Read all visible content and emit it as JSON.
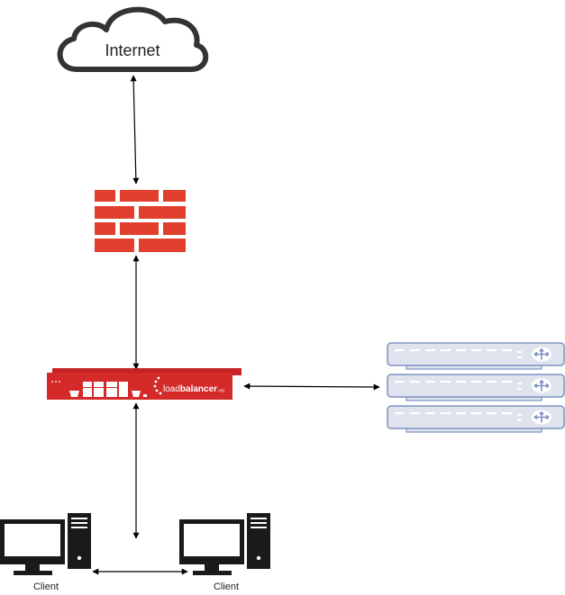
{
  "nodes": {
    "internet": {
      "label": "Internet"
    },
    "firewall": {
      "label": ""
    },
    "load_balancer": {
      "logo_text_light": "load",
      "logo_text_bold": "balancer",
      "logo_suffix": ".org",
      "label": ""
    },
    "server_stack": {
      "label": ""
    },
    "client_left": {
      "label": "Client"
    },
    "client_right": {
      "label": "Client"
    }
  },
  "colors": {
    "firewall_red": "#e0402d",
    "load_balancer_red": "#d42a2a",
    "server_fill": "#dfe3ee",
    "server_stroke": "#7f93c1",
    "client_black": "#1a1a1a",
    "cloud_stroke": "#333333"
  },
  "icons": {
    "internet": "cloud-icon",
    "firewall": "brick-wall-icon",
    "load_balancer": "load-balancer-appliance-icon",
    "servers": "server-rack-icon",
    "clients": "desktop-computer-icon"
  }
}
